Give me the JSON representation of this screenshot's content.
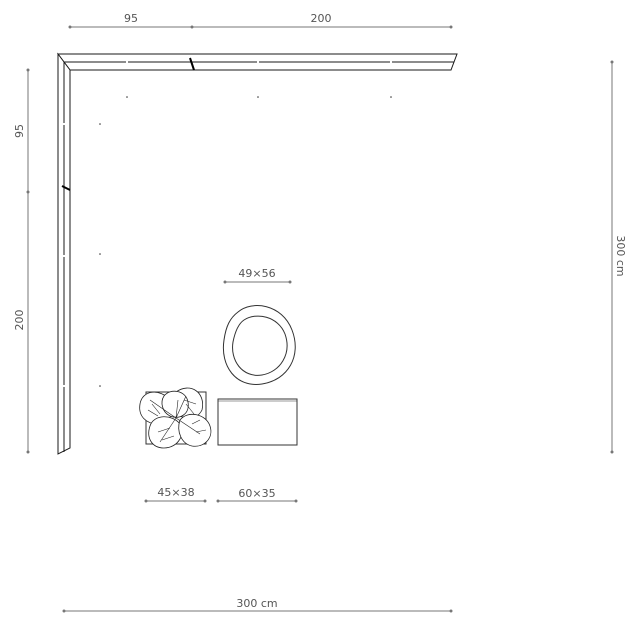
{
  "plan": {
    "colors": {
      "line": "#1a1a1a",
      "dimension": "#777777",
      "label": "#555555",
      "background": "#ffffff"
    },
    "dimensions": {
      "top_left": "95",
      "top_right": "200",
      "right_total": "300 cm",
      "left_upper": "95",
      "left_lower": "200",
      "bottom_total": "300 cm",
      "chair": "49×56",
      "plant": "45×38",
      "table": "60×35"
    },
    "objects": {
      "chair": "armchair-top-view",
      "plant": "potted-monstera-plant",
      "table": "side-table"
    }
  }
}
